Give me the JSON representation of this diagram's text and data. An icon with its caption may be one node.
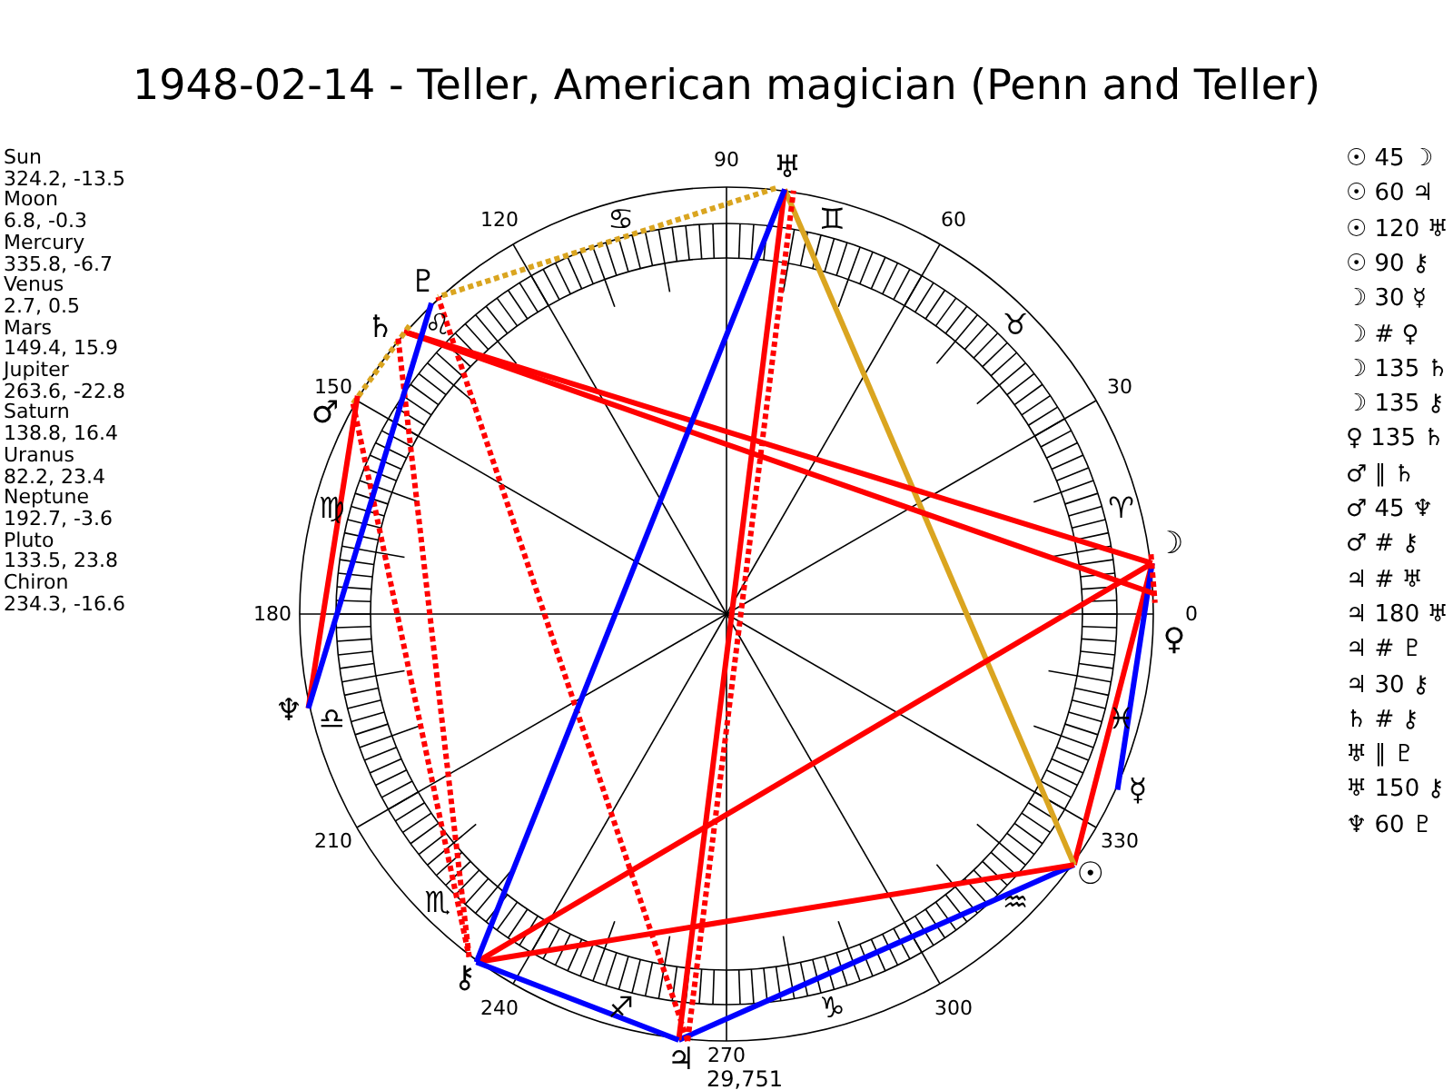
{
  "diagram": {
    "title": "1948-02-14 - Teller, American magician (Penn and Teller)",
    "nodes": [
      {
        "text": [
          "☉"
        ]
      },
      {
        "text": [
          "☽"
        ]
      },
      {
        "text": [
          "☿"
        ]
      },
      {
        "text": [
          "♀"
        ]
      },
      {
        "text": [
          "♂"
        ]
      },
      {
        "text": [
          "♃"
        ]
      },
      {
        "text": [
          "♄"
        ]
      },
      {
        "text": [
          "♅"
        ]
      },
      {
        "text": [
          "♆"
        ]
      },
      {
        "text": [
          "♇"
        ]
      },
      {
        "text": [
          "⚷"
        ]
      }
    ],
    "edges": [
      {
        "from": 0,
        "to": 1,
        "arrow": "none"
      },
      {
        "from": 0,
        "to": 5,
        "arrow": "none",
        "color": "#0000ff"
      },
      {
        "from": 0,
        "to": 7,
        "arrow": "none",
        "color": "#daa520"
      },
      {
        "from": 0,
        "to": 10,
        "arrow": "none"
      },
      {
        "from": 1,
        "to": 2,
        "arrow": "none",
        "color": "#0000ff"
      },
      {
        "from": 1,
        "to": 3,
        "arrow": "none",
        "style": "dashed"
      },
      {
        "from": 1,
        "to": 6,
        "arrow": "none"
      },
      {
        "from": 1,
        "to": 10,
        "arrow": "none"
      },
      {
        "from": 3,
        "to": 6,
        "arrow": "none"
      },
      {
        "from": 4,
        "to": 6,
        "arrow": "none",
        "style": "dashed",
        "color": "#daa520"
      },
      {
        "from": 4,
        "to": 8,
        "arrow": "none"
      },
      {
        "from": 4,
        "to": 10,
        "arrow": "none",
        "style": "dashed"
      },
      {
        "from": 5,
        "to": 7,
        "arrow": "none",
        "style": "dashed"
      },
      {
        "from": 5,
        "to": 7,
        "arrow": "none"
      },
      {
        "from": 5,
        "to": 9,
        "arrow": "none",
        "style": "dashed"
      },
      {
        "from": 5,
        "to": 10,
        "arrow": "none",
        "color": "#0000ff"
      },
      {
        "from": 6,
        "to": 10,
        "arrow": "none",
        "style": "dashed"
      },
      {
        "from": 7,
        "to": 9,
        "arrow": "none",
        "style": "dashed",
        "color": "#daa520"
      },
      {
        "from": 7,
        "to": 10,
        "arrow": "none",
        "color": "#0000ff"
      },
      {
        "from": 8,
        "to": 9,
        "arrow": "none",
        "color": "#0000ff"
      }
    ],
    "labels": [
      "Sun",
      "324.2, -13.5",
      "Moon",
      "6.8, -0.3",
      "Mercury",
      "335.8, -6.7",
      "Venus",
      "2.7, 0.5",
      "Mars",
      "149.4, 15.9",
      "Jupiter",
      "263.6, -22.8",
      "Saturn",
      "138.8, 16.4",
      "Uranus",
      "82.2, 23.4",
      "Neptune",
      "192.7, -3.6",
      "Pluto",
      "133.5, 23.8",
      "Chiron",
      "234.3, -16.6",
      "0",
      "30",
      "60",
      "90",
      "120",
      "150",
      "180",
      "210",
      "240",
      "270",
      "300",
      "330",
      "♈",
      "♉",
      "♊",
      "♋",
      "♌",
      "♍",
      "♎",
      "♏",
      "♐",
      "♑",
      "♒",
      "♓",
      "29,751",
      "☉ 45 ☽",
      "☉ 60 ♃",
      "☉ 120 ♅",
      "☉ 90 ⚷",
      "☽ 30 ☿",
      "☽ # ♀",
      "☽ 135 ♄",
      "☽ 135 ⚷",
      "♀ 135 ♄",
      "♂ ∥ ♄",
      "♂ 45 ♆",
      "♂ # ⚷",
      "♃ # ♅",
      "♃ 180 ♅",
      "♃ # ♇",
      "♃ 30 ⚷",
      "♄ # ⚷",
      "♅ ∥ ♇",
      "♅ 150 ⚷",
      "♆ 60 ♇"
    ]
  }
}
